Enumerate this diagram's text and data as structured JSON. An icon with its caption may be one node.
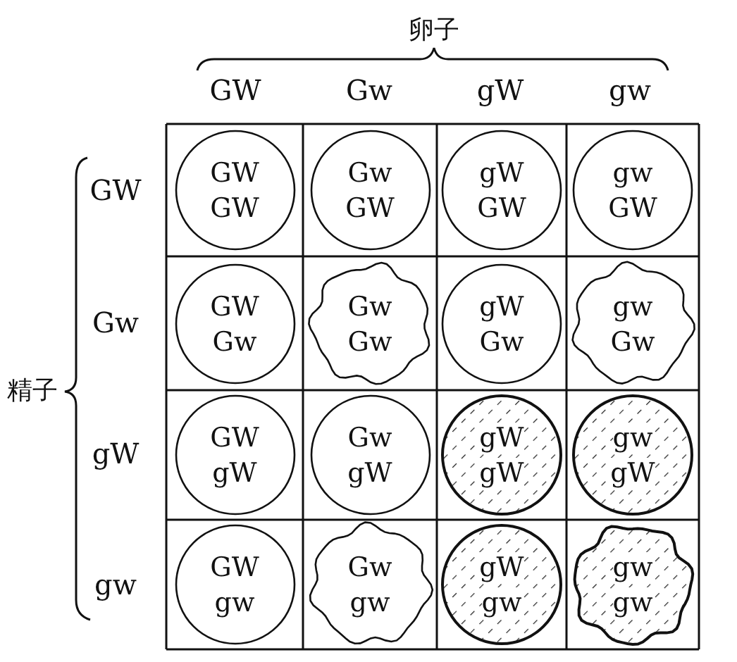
{
  "diagram": {
    "nodes": [
      {
        "text": [
          "GW",
          "GW"
        ]
      },
      {
        "text": [
          "Gw",
          "GW"
        ]
      },
      {
        "text": [
          "gW",
          "GW"
        ]
      },
      {
        "text": [
          "gw",
          "GW"
        ]
      },
      {
        "text": [
          "GW",
          "Gw"
        ]
      },
      {
        "text": [
          "Gw",
          "Gw"
        ]
      },
      {
        "text": [
          "gW",
          "Gw"
        ]
      },
      {
        "text": [
          "gw",
          "Gw"
        ]
      },
      {
        "text": [
          "GW",
          "gW"
        ]
      },
      {
        "text": [
          "Gw",
          "gW"
        ]
      },
      {
        "text": [
          "gW",
          "gW"
        ]
      },
      {
        "text": [
          "gw",
          "gW"
        ]
      },
      {
        "text": [
          "GW",
          "gw"
        ]
      },
      {
        "text": [
          "Gw",
          "gw"
        ]
      },
      {
        "text": [
          "gW",
          "gw"
        ]
      },
      {
        "text": [
          "gw",
          "gw"
        ]
      }
    ],
    "labels": [
      "卵子",
      "GW",
      "Gw",
      "gW",
      "gw",
      "精子",
      "GW",
      "Gw",
      "gW",
      "gw"
    ]
  }
}
